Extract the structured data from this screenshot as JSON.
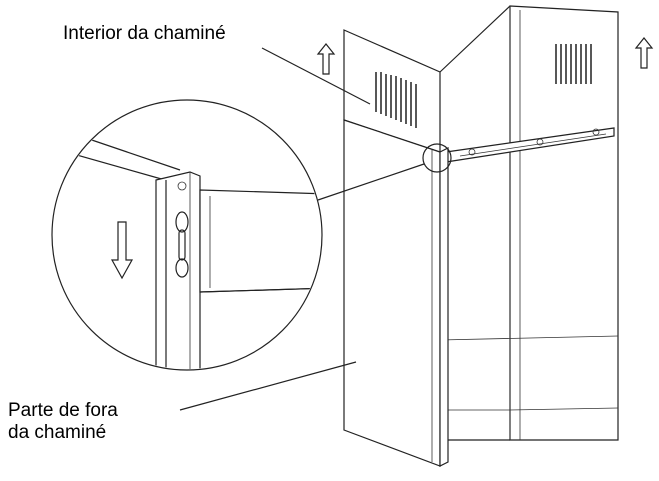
{
  "labels": {
    "interior": "Interior da chaminé",
    "exterior_line1": "Parte de fora",
    "exterior_line2": "da chaminé"
  },
  "colors": {
    "line": "#222222",
    "background": "#ffffff"
  }
}
